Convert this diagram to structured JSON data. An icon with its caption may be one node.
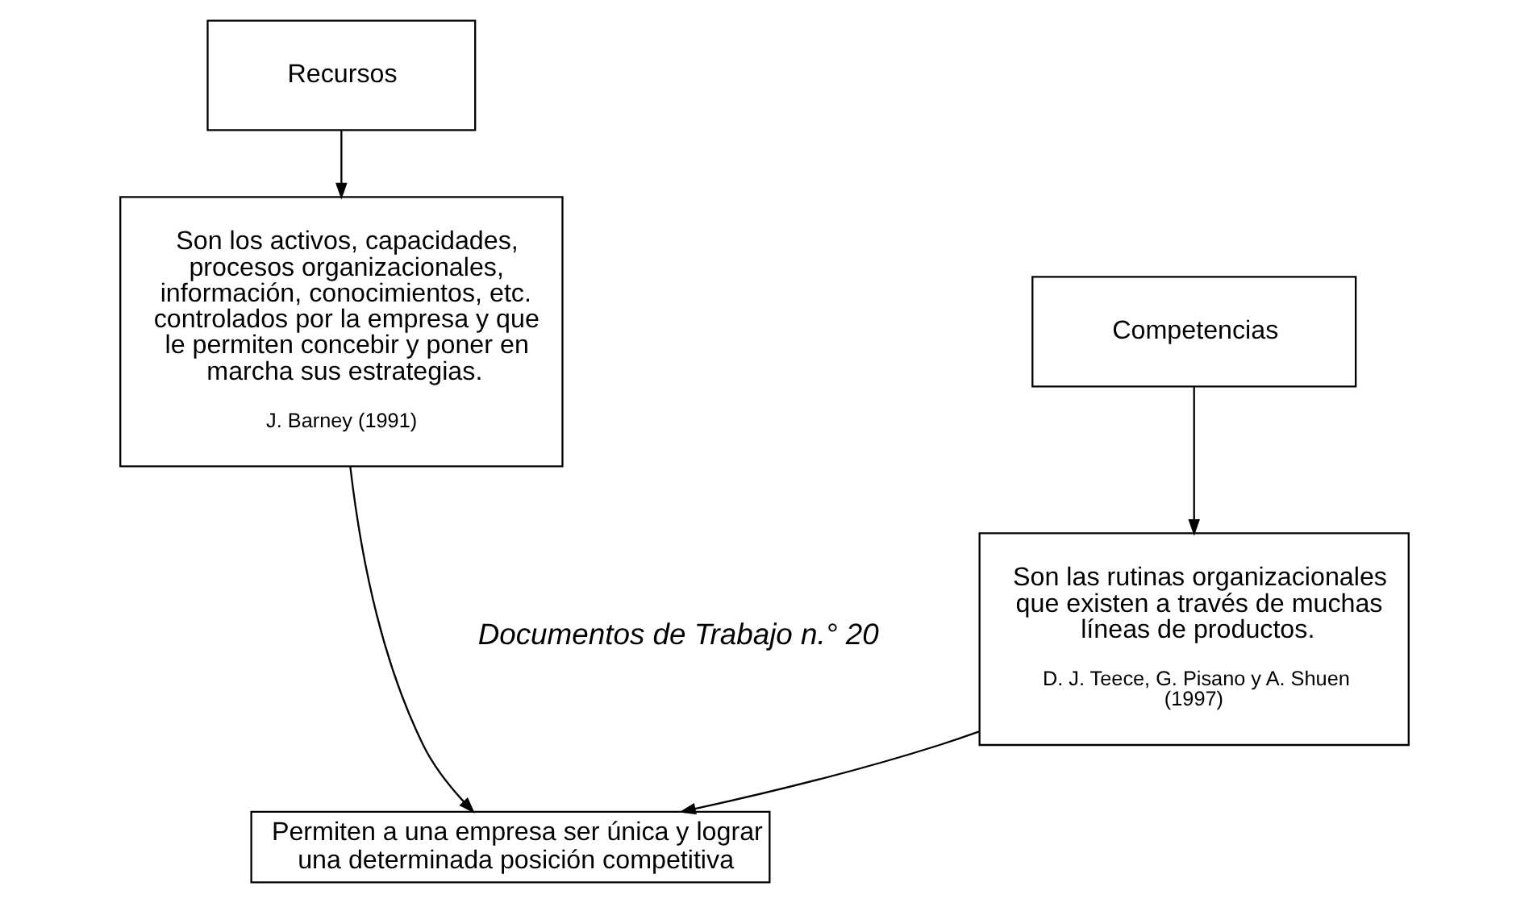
{
  "diagram": {
    "nodes": [
      {
        "text": [
          "Recursos"
        ]
      },
      {
        "text": [
          "Competencias"
        ]
      },
      {
        "text": [
          "Son los activos, capacidades, procesos organizacionales, información, conocimientos, etc. controlados por la empresa y que le permiten concebir y poner en marcha sus estrategias.",
          "J. Barney (1991)"
        ]
      },
      {
        "text": [
          "Son las rutinas organizacionales que existen a través de muchas líneas de productos.",
          "D. J. Teece, G. Pisano y A. Shuen (1997)"
        ]
      },
      {
        "text": [
          "Permiten a una empresa ser única y lograr una determinada posición competitiva"
        ]
      }
    ],
    "edges": [
      {
        "from": 0,
        "to": 2,
        "arrow": "to"
      },
      {
        "from": 1,
        "to": 3,
        "arrow": "to"
      },
      {
        "from": 2,
        "to": 4,
        "arrow": "to"
      },
      {
        "from": 3,
        "to": 4,
        "arrow": "to"
      }
    ],
    "labels": [
      "Documentos de Trabajo n.° 20"
    ]
  }
}
